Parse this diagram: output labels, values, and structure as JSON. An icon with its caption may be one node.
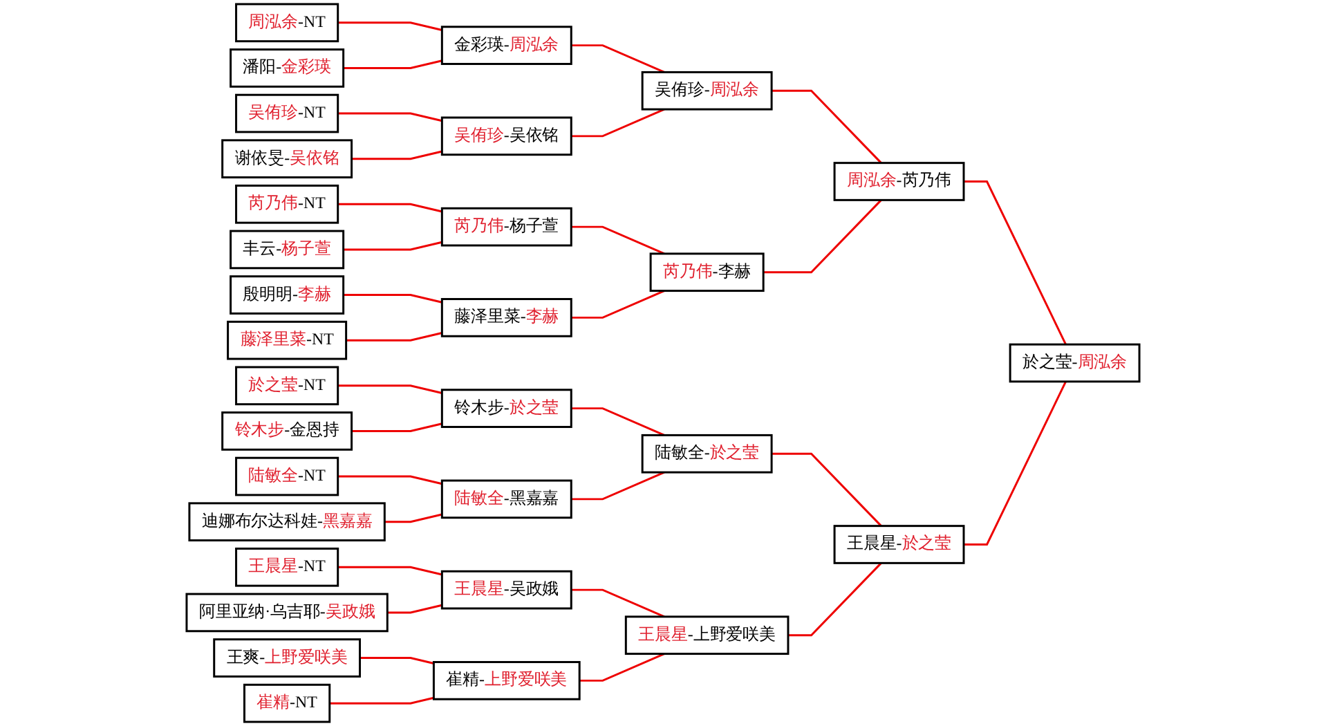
{
  "diagram": {
    "nodes": [
      {
        "text": [
          "周泓余-NT"
        ]
      },
      {
        "text": [
          "潘阳-金彩瑛"
        ]
      },
      {
        "text": [
          "吴侑珍-NT"
        ]
      },
      {
        "text": [
          "谢依旻-吴依铭"
        ]
      },
      {
        "text": [
          "芮乃伟-NT"
        ]
      },
      {
        "text": [
          "丰云-杨子萱"
        ]
      },
      {
        "text": [
          "殷明明-李赫"
        ]
      },
      {
        "text": [
          "藤泽里菜-NT"
        ]
      },
      {
        "text": [
          "於之莹-NT"
        ]
      },
      {
        "text": [
          "铃木步-金恩持"
        ]
      },
      {
        "text": [
          "陆敏全-NT"
        ]
      },
      {
        "text": [
          "迪娜布尔达科娃-黑嘉嘉"
        ]
      },
      {
        "text": [
          "王晨星-NT"
        ]
      },
      {
        "text": [
          "阿里亚纳·乌吉耶-吴政娥"
        ]
      },
      {
        "text": [
          "王爽-上野爱咲美"
        ]
      },
      {
        "text": [
          "崔精-NT"
        ]
      },
      {
        "text": [
          "金彩瑛-周泓余"
        ]
      },
      {
        "text": [
          "吴侑珍-吴依铭"
        ]
      },
      {
        "text": [
          "芮乃伟-杨子萱"
        ]
      },
      {
        "text": [
          "藤泽里菜-李赫"
        ]
      },
      {
        "text": [
          "铃木步-於之莹"
        ]
      },
      {
        "text": [
          "陆敏全-黑嘉嘉"
        ]
      },
      {
        "text": [
          "王晨星-吴政娥"
        ]
      },
      {
        "text": [
          "崔精-上野爱咲美"
        ]
      },
      {
        "text": [
          "吴侑珍-周泓余"
        ]
      },
      {
        "text": [
          "芮乃伟-李赫"
        ]
      },
      {
        "text": [
          "陆敏全-於之莹"
        ]
      },
      {
        "text": [
          "王晨星-上野爱咲美"
        ]
      },
      {
        "text": [
          "周泓余-芮乃伟"
        ]
      },
      {
        "text": [
          "王晨星-於之莹"
        ]
      },
      {
        "text": [
          "於之莹-周泓余"
        ]
      }
    ],
    "edges": [
      {
        "from": 0,
        "to": 16,
        "arrow": "none"
      },
      {
        "from": 1,
        "to": 16,
        "arrow": "none"
      },
      {
        "from": 2,
        "to": 17,
        "arrow": "none"
      },
      {
        "from": 3,
        "to": 17,
        "arrow": "none"
      },
      {
        "from": 4,
        "to": 18,
        "arrow": "none"
      },
      {
        "from": 5,
        "to": 18,
        "arrow": "none"
      },
      {
        "from": 6,
        "to": 19,
        "arrow": "none"
      },
      {
        "from": 7,
        "to": 19,
        "arrow": "none"
      },
      {
        "from": 8,
        "to": 20,
        "arrow": "none"
      },
      {
        "from": 9,
        "to": 20,
        "arrow": "none"
      },
      {
        "from": 10,
        "to": 21,
        "arrow": "none"
      },
      {
        "from": 11,
        "to": 21,
        "arrow": "none"
      },
      {
        "from": 12,
        "to": 22,
        "arrow": "none"
      },
      {
        "from": 13,
        "to": 22,
        "arrow": "none"
      },
      {
        "from": 14,
        "to": 23,
        "arrow": "none"
      },
      {
        "from": 15,
        "to": 23,
        "arrow": "none"
      },
      {
        "from": 16,
        "to": 24,
        "arrow": "none"
      },
      {
        "from": 17,
        "to": 24,
        "arrow": "none"
      },
      {
        "from": 18,
        "to": 25,
        "arrow": "none"
      },
      {
        "from": 19,
        "to": 25,
        "arrow": "none"
      },
      {
        "from": 20,
        "to": 26,
        "arrow": "none"
      },
      {
        "from": 21,
        "to": 26,
        "arrow": "none"
      },
      {
        "from": 22,
        "to": 27,
        "arrow": "none"
      },
      {
        "from": 23,
        "to": 27,
        "arrow": "none"
      },
      {
        "from": 24,
        "to": 28,
        "arrow": "none"
      },
      {
        "from": 25,
        "to": 28,
        "arrow": "none"
      },
      {
        "from": 26,
        "to": 29,
        "arrow": "none"
      },
      {
        "from": 27,
        "to": 29,
        "arrow": "none"
      },
      {
        "from": 28,
        "to": 30,
        "arrow": "none"
      },
      {
        "from": 29,
        "to": 30,
        "arrow": "none"
      }
    ]
  }
}
